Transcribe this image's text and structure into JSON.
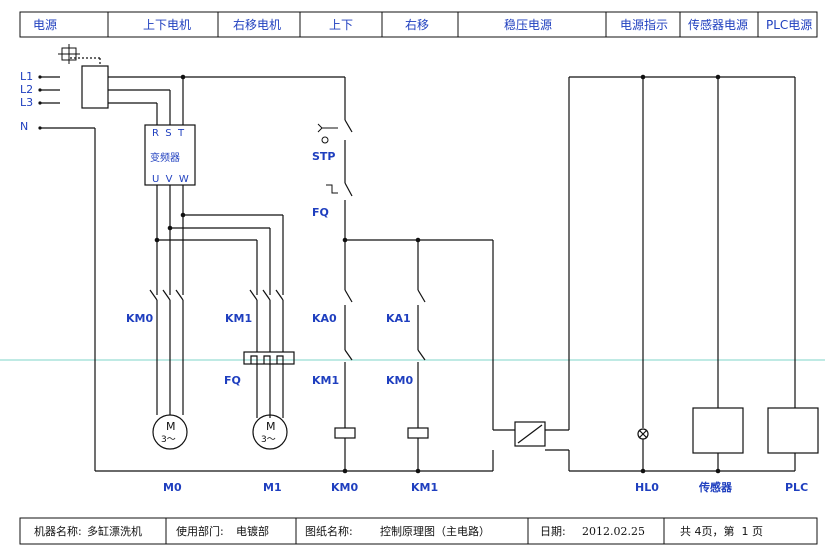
{
  "header": {
    "cells": [
      "电源",
      "上下电机",
      "右移电机",
      "上下",
      "右移",
      "稳压电源",
      "电源指示",
      "传感器电源",
      "PLC电源"
    ]
  },
  "supply": {
    "l1": "L1",
    "l2": "L2",
    "l3": "L3",
    "n": "N"
  },
  "vfd": {
    "top": "R  S  T",
    "name": "变频器",
    "bottom": "U  V  W"
  },
  "labels": {
    "km0_contact": "KM0",
    "km1_contact": "KM1",
    "fq_overload": "FQ",
    "stp": "STP",
    "fq_switch": "FQ",
    "ka0": "KA0",
    "ka1": "KA1",
    "km1_interlock": "KM1",
    "km0_interlock": "KM0",
    "motor_letter": "M",
    "motor_phase": "3～"
  },
  "bottom_labels": [
    "M0",
    "M1",
    "KM0",
    "KM1",
    "HL0",
    "传感器",
    "PLC"
  ],
  "footer": {
    "machine_label": "机器名称:",
    "machine_value": "多缸漂洗机",
    "dept_label": "使用部门:",
    "dept_value": "电镀部",
    "drawing_label": "图纸名称:",
    "drawing_value": "控制原理图（主电路）",
    "date_label": "日期:",
    "date_value": "2012.02.25",
    "pages": "共 4页，第  1 页"
  },
  "colors": {
    "text_blue": "#1f3fbf",
    "line": "#111111",
    "guide": "#7fd6c9"
  }
}
